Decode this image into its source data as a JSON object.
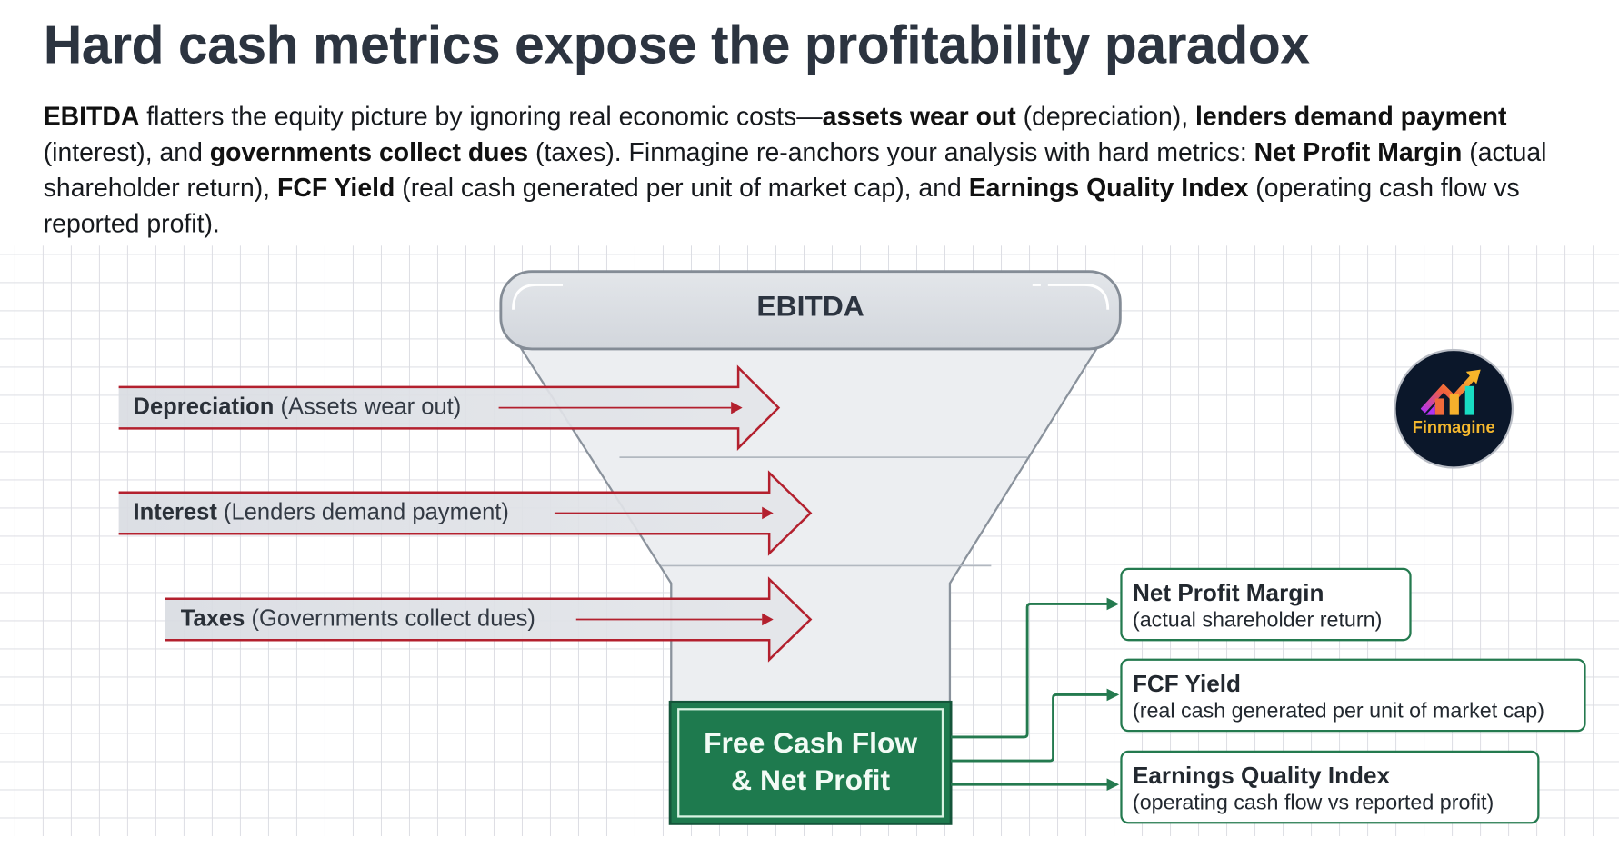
{
  "header": {
    "title": "Hard cash metrics expose the profitability paradox",
    "intro_parts": [
      {
        "bold": true,
        "text": "EBITDA"
      },
      {
        "bold": false,
        "text": " flatters the equity picture by ignoring real economic costs—"
      },
      {
        "bold": true,
        "text": "assets wear out"
      },
      {
        "bold": false,
        "text": " (depreciation), "
      },
      {
        "bold": true,
        "text": "lenders demand payment"
      },
      {
        "bold": false,
        "text": " (interest), and "
      },
      {
        "bold": true,
        "text": "governments collect dues"
      },
      {
        "bold": false,
        "text": " (taxes). Finmagine re-anchors your analysis with hard metrics: "
      },
      {
        "bold": true,
        "text": "Net Profit Margin"
      },
      {
        "bold": false,
        "text": " (actual shareholder return), "
      },
      {
        "bold": true,
        "text": "FCF Yield"
      },
      {
        "bold": false,
        "text": " (real cash generated per unit of market cap), and "
      },
      {
        "bold": true,
        "text": "Earnings Quality Index"
      },
      {
        "bold": false,
        "text": " (operating cash flow vs reported profit)."
      }
    ]
  },
  "funnel": {
    "top_label": "EBITDA",
    "deductions": [
      {
        "name": "Depreciation",
        "desc": "(Assets wear out)"
      },
      {
        "name": "Interest",
        "desc": "(Lenders demand payment)"
      },
      {
        "name": "Taxes",
        "desc": "(Governments collect dues)"
      }
    ],
    "output_line1": "Free Cash Flow",
    "output_line2": "& Net Profit"
  },
  "metrics": [
    {
      "title": "Net Profit Margin",
      "desc": "(actual shareholder return)"
    },
    {
      "title": "FCF Yield",
      "desc": "(real cash generated per unit of market cap)"
    },
    {
      "title": "Earnings Quality Index",
      "desc": "(operating cash flow vs reported profit)"
    }
  ],
  "logo": {
    "text": "Finmagine",
    "icon": "rising-bar-chart-arrow-icon"
  },
  "colors": {
    "title": "#2c3440",
    "deduction_red": "#b3202e",
    "output_green": "#1e7a4e",
    "metric_border": "#247a4f",
    "funnel_fill": "#eceef1",
    "logo_bg": "#0b172a",
    "logo_text": "#f5b82e"
  }
}
